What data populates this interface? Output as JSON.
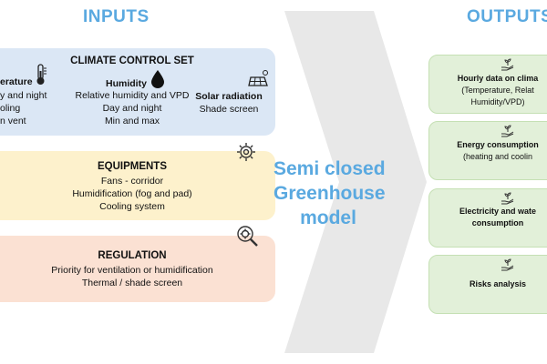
{
  "inputs": {
    "heading": "INPUTS",
    "climate": {
      "title": "CLIMATE CONTROL SET",
      "temperature": {
        "title": "erature",
        "lines": [
          "y and night",
          "oling",
          "n vent"
        ]
      },
      "humidity": {
        "title": "Humidity",
        "lines": [
          "Relative humidity and VPD",
          "Day and night",
          "Min and max"
        ]
      },
      "solar": {
        "title": "Solar radiation",
        "lines": [
          "Shade screen"
        ]
      }
    },
    "equipments": {
      "title": "EQUIPMENTS",
      "lines": [
        "Fans - corridor",
        "Humidification (fog and pad)",
        "Cooling system"
      ]
    },
    "regulation": {
      "title": "REGULATION",
      "lines": [
        "Priority for ventilation or humidification",
        "Thermal / shade screen"
      ]
    }
  },
  "model": {
    "label_lines": [
      "Semi closed",
      "Greenhouse",
      "model"
    ]
  },
  "outputs": {
    "heading": "OUTPUTS",
    "items": [
      {
        "title": "Hourly data on clima",
        "lines": [
          "(Temperature,  Relat",
          "Humidity/VPD)"
        ]
      },
      {
        "title": "Energy consumption",
        "lines": [
          "(heating and coolin"
        ]
      },
      {
        "title": "Electricity and wate",
        "lines": [
          "consumption"
        ]
      },
      {
        "title": "Risks analysis",
        "lines": []
      }
    ]
  },
  "colors": {
    "heading": "#5aa9e0",
    "climate_bg": "#dbe7f5",
    "equipments_bg": "#fdf1cc",
    "regulation_bg": "#fbe1d3",
    "output_bg": "#e2f0d9",
    "arrow": "#e8e8e8"
  },
  "icons": [
    "thermometer-icon",
    "water-drop-icon",
    "solar-panel-icon",
    "gear-icon",
    "magnifier-gear-icon",
    "hand-plant-icon"
  ]
}
